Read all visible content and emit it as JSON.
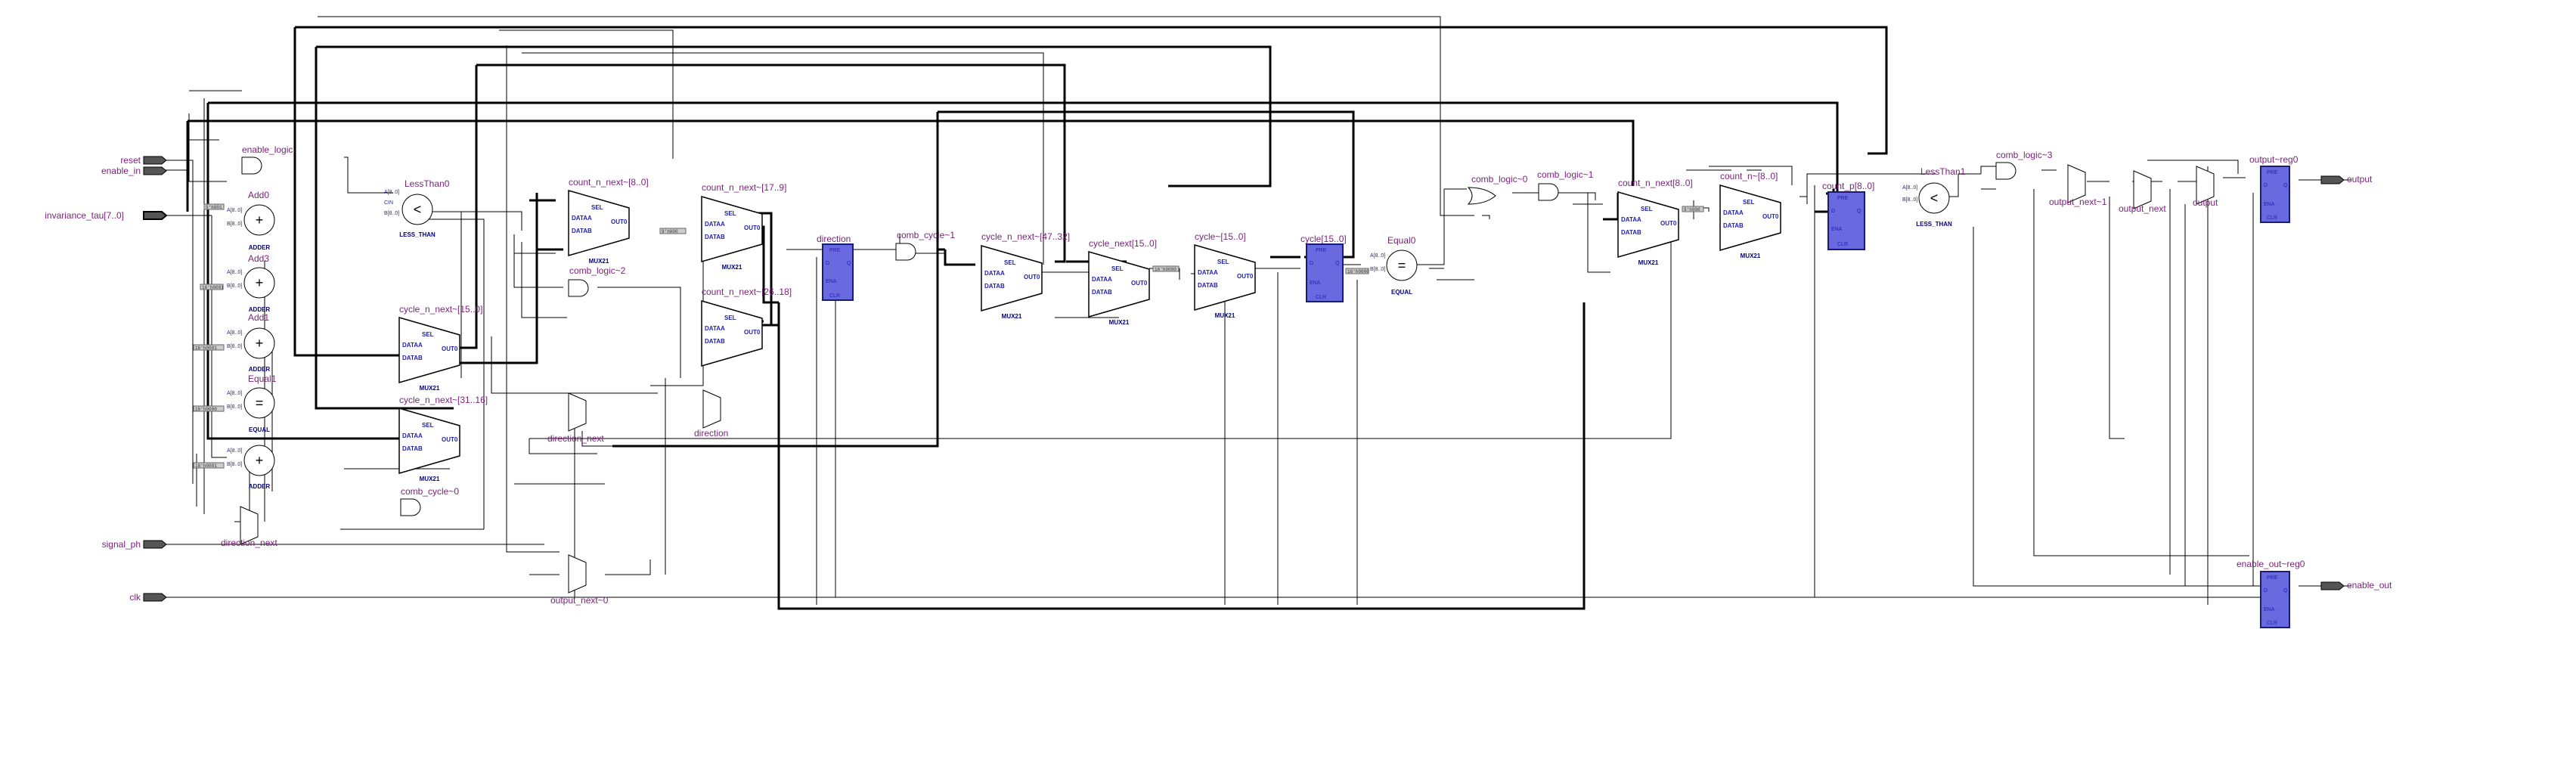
{
  "ports": {
    "inputs": [
      "reset",
      "enable_in",
      "invariance_tau[7..0]",
      "signal_ph",
      "clk"
    ],
    "outputs": [
      "output",
      "enable_out"
    ]
  },
  "cells": {
    "enable_logic": "enable_logic",
    "less_than0": "LessThan0",
    "less_than1": "LessThan1",
    "less_than_kind": "LESS_THAN",
    "add0": "Add0",
    "add3": "Add3",
    "add1": "Add1",
    "equal1": "Equal1",
    "equal0": "Equal0",
    "equal_kind": "EQUAL",
    "adder_kind": "ADDER",
    "mux_kind": "MUX21",
    "count_next_8_0": "count_n_next~[8..0]",
    "count_next_17_9": "count_n_next~[17..9]",
    "count_next_26_18": "count_n_next~[26..18]",
    "cycle_next_15_0": "cycle_n_next~[15..0]",
    "cycle_next_31_16": "cycle_n_next~[31..16]",
    "cycle_next_47_32": "cycle_n_next~[47..32]",
    "cycle_next_b_15_0": "cycle_next[15..0]",
    "cycle_next_c_15_0": "cycle~[15..0]",
    "cycle_reg": "cycle[15..0]",
    "direction": "direction",
    "direction_next": "direction_next",
    "direction_next_b": "direction_next",
    "direction_mux": "direction",
    "comb_logic_2": "comb_logic~2",
    "comb_logic_0": "comb_logic~0",
    "comb_logic_1": "comb_logic~1",
    "comb_logic_3": "comb_logic~3",
    "comb_cycle_0": "comb_cycle~0",
    "comb_cycle_1": "comb_cycle~1",
    "output_next_0": "output_next~0",
    "output_next_1": "output_next~1",
    "output_next": "output_next",
    "output_mux": "output",
    "count_next_b": "count_n_next[8..0]",
    "count_next_c": "count_n~[8..0]",
    "count_reg": "count_p[8..0]",
    "output_reg": "output~reg0",
    "enable_out_reg": "enable_out~reg0"
  },
  "pins": {
    "sel": "SEL",
    "dataa": "DATAA",
    "datab": "DATAB",
    "out": "OUT0",
    "a": "A[8..0]",
    "b": "B[8..0]",
    "cin": "CIN",
    "pre": "PRE",
    "d": "D",
    "q": "Q",
    "ena": "ENA",
    "clr": "CLR"
  },
  "constants": {
    "c9_h0": "9'h000",
    "c16_h0": "16'h0000",
    "c9_h1": "9'h001",
    "c16_h1": "16'h0001"
  },
  "colors": {
    "wire": "#000000",
    "label": "#7a1f7a",
    "pin_text": "#1f1fb0",
    "register_fill": "#6a6ae0",
    "register_stroke": "#1a1a7a",
    "port_fill": "#555555"
  }
}
